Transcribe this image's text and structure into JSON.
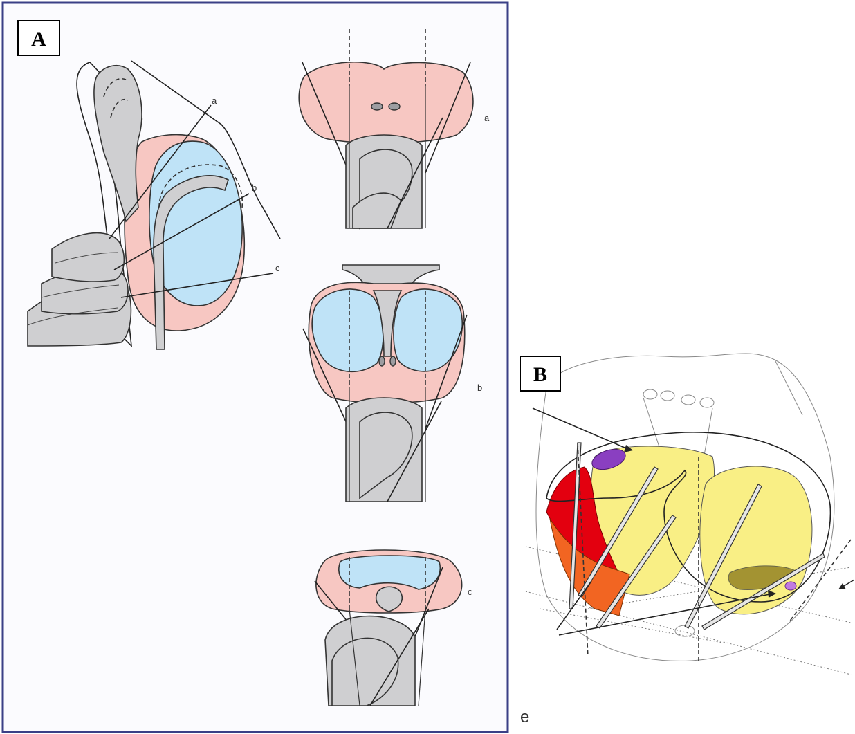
{
  "panel_a": {
    "tag": "A",
    "sagittal_labels": [
      "a",
      "b",
      "c"
    ],
    "axial_labels": [
      "a",
      "b",
      "c"
    ]
  },
  "panel_b": {
    "tag": "B",
    "sub_label": "e"
  },
  "colors": {
    "prostate_pink": "#f7c7c2",
    "blue_structure": "#bfe3f7",
    "yellow_region": "#f9ef85",
    "red_region": "#e3000f",
    "orange_region": "#f26522",
    "purple_lesion": "#8a3fc1",
    "olive_region": "#9a8a2a",
    "frame_blue": "#3a3f86"
  }
}
